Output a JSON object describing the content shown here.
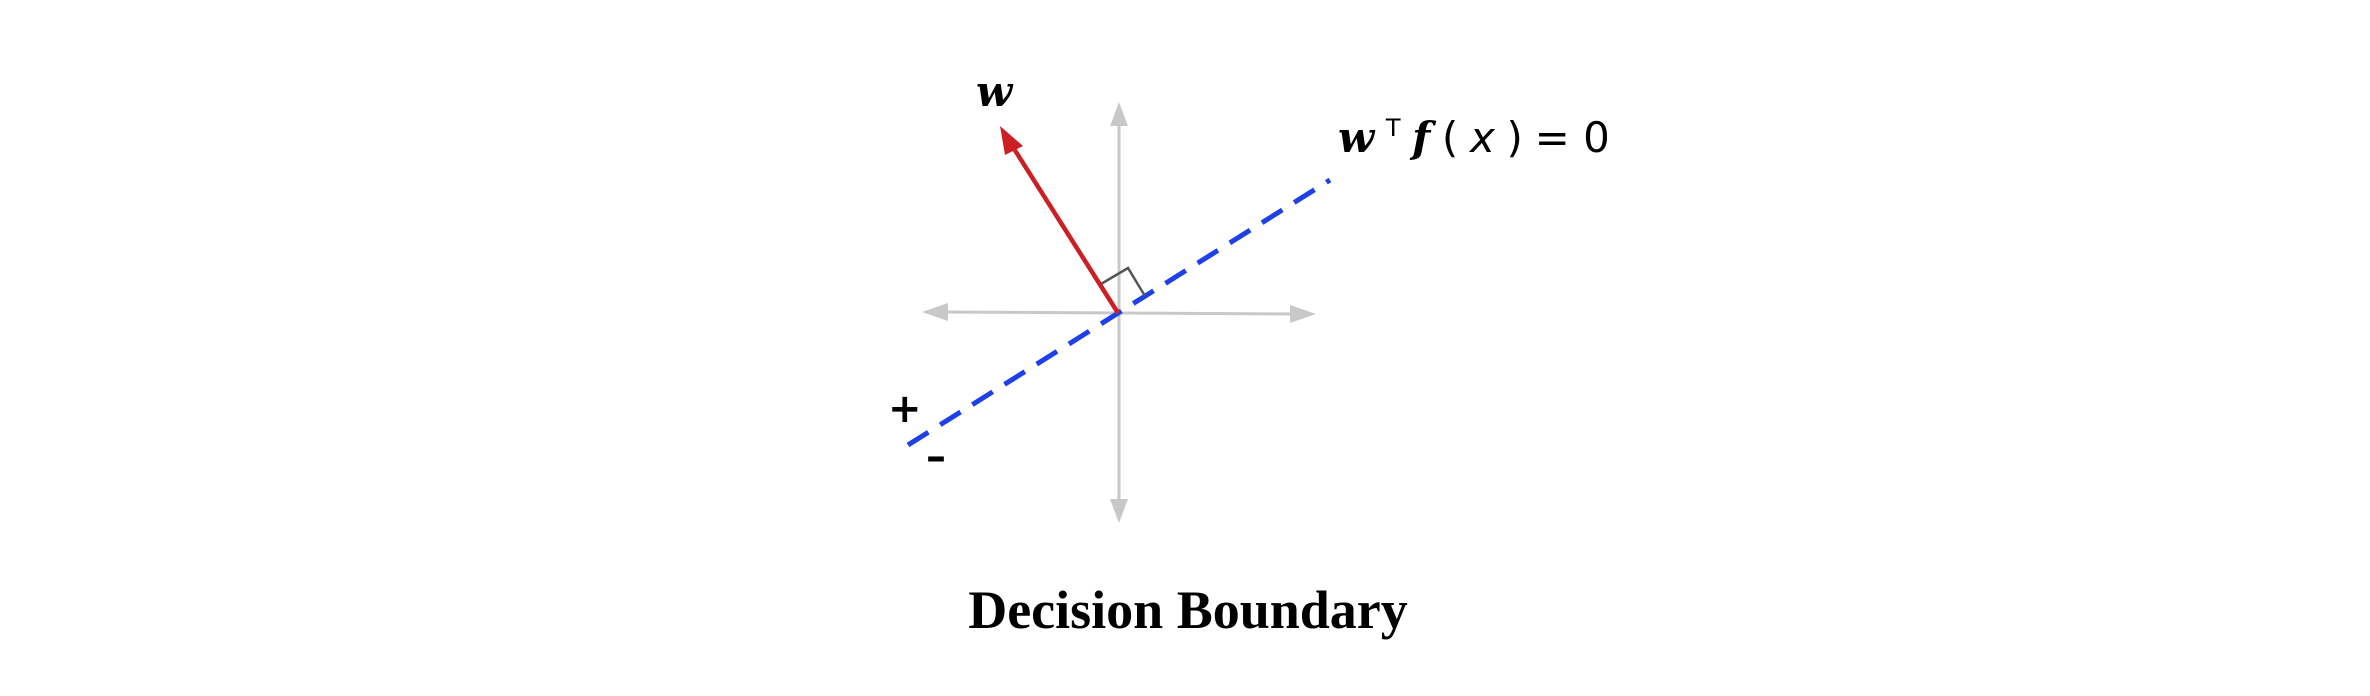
{
  "diagram": {
    "weight_label": "w",
    "boundary_label": {
      "w": "w",
      "transpose": "T",
      "f": "f",
      "open_paren": "(",
      "x": "x",
      "close_paren": ")",
      "equals_zero": "= 0"
    },
    "plus_sign": "+",
    "minus_sign": "–",
    "caption": "Decision Boundary"
  },
  "colors": {
    "axis": "#c8c8c8",
    "weight_vector": "#cc1f24",
    "boundary": "#1f3fe8",
    "right_angle": "#555555",
    "text": "#000000"
  },
  "icons": {
    "right_angle": "right-angle-marker-icon",
    "arrowhead": "arrowhead-icon"
  }
}
